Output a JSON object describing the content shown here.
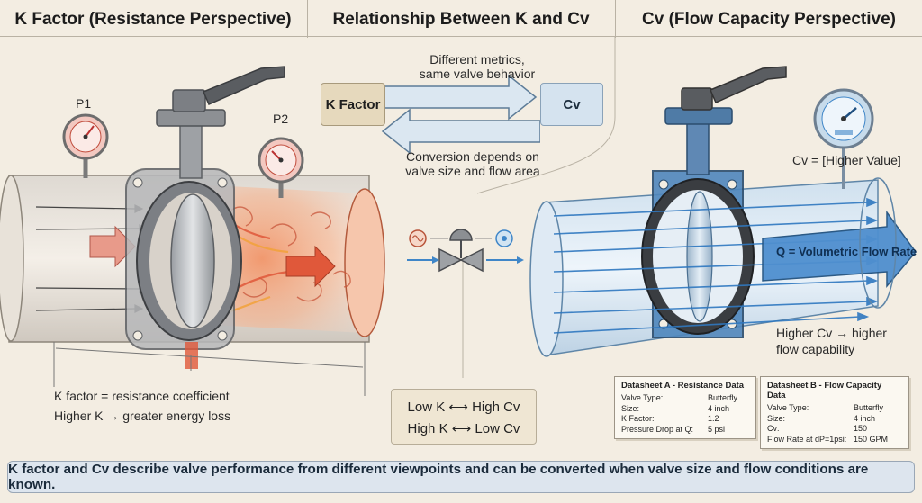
{
  "headers": {
    "left": "K Factor (Resistance Perspective)",
    "middle": "Relationship Between K and Cv",
    "right": "Cv (Flow Capacity Perspective)"
  },
  "left": {
    "p1_label": "P1",
    "p2_label": "P2",
    "caption_line1": "K factor = resistance coefficient",
    "caption_line2": "Higher K → greater energy loss"
  },
  "middle": {
    "note_top_line1": "Different metrics,",
    "note_top_line2": "same valve behavior",
    "k_box": "K Factor",
    "cv_box": "Cv",
    "note_bottom_line1": "Conversion depends on",
    "note_bottom_line2": "valve size and flow area",
    "compare_line1": "Low K ⟷ High Cv",
    "compare_line2": "High K ⟷ Low Cv"
  },
  "right": {
    "cv_value": "Cv = [Higher Value]",
    "flow_label": "Q = Volumetric Flow Rate",
    "caption_line1": "Higher Cv → higher",
    "caption_line2": "flow capability"
  },
  "datasheet_a": {
    "title": "Datasheet A - Resistance Data",
    "rows": [
      {
        "key": "Valve Type:",
        "value": "Butterfly"
      },
      {
        "key": "Size:",
        "value": "4 inch"
      },
      {
        "key": "K Factor:",
        "value": "1.2"
      },
      {
        "key": "Pressure Drop at Q:",
        "value": "5 psi"
      }
    ]
  },
  "datasheet_b": {
    "title": "Datasheet B - Flow Capacity Data",
    "rows": [
      {
        "key": "Valve Type:",
        "value": "Butterfly"
      },
      {
        "key": "Size:",
        "value": "4 inch"
      },
      {
        "key": "Cv:",
        "value": "150"
      },
      {
        "key": "Flow Rate at dP=1psi:",
        "value": "150 GPM"
      }
    ]
  },
  "banner": "K factor and Cv describe valve performance from different viewpoints and can be converted when valve size and flow conditions are known.",
  "colors": {
    "resistance_red": "#e0583a",
    "flow_blue": "#3f86c8",
    "valve_gray": "#6f7276",
    "k_box_fill": "#e6d9bd",
    "cv_box_fill": "#d5e3ef"
  }
}
